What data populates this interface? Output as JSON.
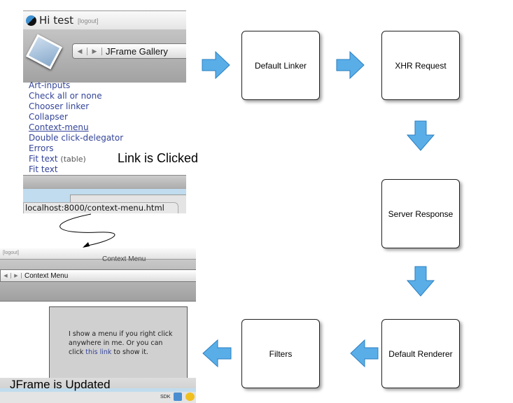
{
  "gallery": {
    "title": "Hi test",
    "logout": "[logout]",
    "nav_title": "JFrame Gallery",
    "items": [
      {
        "label": "Art-inputs"
      },
      {
        "label": "Check all or none"
      },
      {
        "label": "Chooser linker"
      },
      {
        "label": "Collapser"
      },
      {
        "label": "Context-menu",
        "underlined": true
      },
      {
        "label": "Double click-delegator"
      },
      {
        "label": "Errors"
      },
      {
        "label": "Fit text",
        "suffix": "(table)"
      },
      {
        "label": "Fit text"
      }
    ],
    "status_url": "localhost:8000/context-menu.html"
  },
  "annotations": {
    "clicked": "Link is Clicked",
    "updated": "JFrame is Updated"
  },
  "flow": {
    "steps": [
      "Default Linker",
      "XHR Request",
      "Server Response",
      "Default Renderer",
      "Filters"
    ],
    "arrow_color": "#5aaee8"
  },
  "context": {
    "logout": "[logout]",
    "window_title": "Context Menu",
    "nav_title": "Context Menu",
    "text_before": "I show a menu if you right click anywhere in me. Or you can click ",
    "link": "this link",
    "text_after": " to show it.",
    "sdk": "SDK"
  }
}
